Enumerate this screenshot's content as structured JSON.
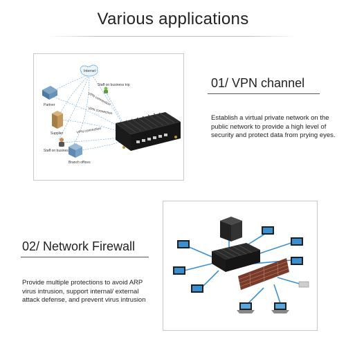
{
  "page": {
    "title": "Various applications"
  },
  "sections": [
    {
      "heading": "01/ VPN channel",
      "description": "Establish a virtual private network on the public network to provide a high level of security and protect data from prying eyes."
    },
    {
      "heading": "02/ Network Firewall",
      "description": "Provide multiple protections to avoid ARP virus intrusion, support internal/ external attack defense, and prevent virus intrusion"
    }
  ],
  "diagram_labels": {
    "internet": "Internet",
    "partner": "Partner",
    "supplier": "Supplier",
    "staff_top": "Staff on business trip",
    "staff_left": "Staff on business trip",
    "branch": "Branch offices",
    "vpn_1": "VPN connection",
    "vpn_2": "VPN connection",
    "vpn_3": "VPN connection"
  }
}
